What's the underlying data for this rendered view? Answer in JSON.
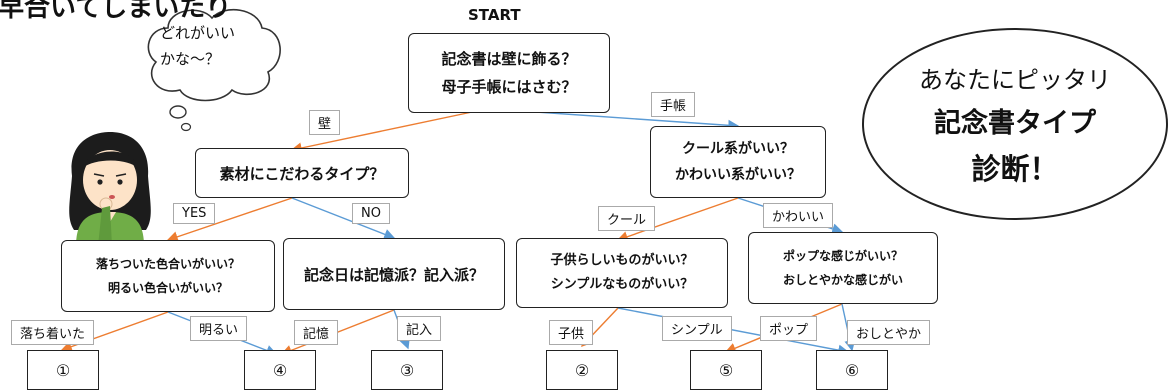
{
  "header_partial": "早合いてしまいたり",
  "start_label": "START",
  "title": {
    "line1": "あなたにピッタリ",
    "line2": "記念書タイプ",
    "line3": "診断！"
  },
  "thought": {
    "line1": "どれがいい",
    "line2": "かな～？"
  },
  "nodes": {
    "q1": {
      "line1": "記念書は壁に飾る？",
      "line2": "母子手帳にはさむ？"
    },
    "q2": {
      "line1": "素材にこだわるタイプ？"
    },
    "q3": {
      "line1": "クール系がいい？",
      "line2": "かわいい系がいい？"
    },
    "q4": {
      "line1": "落ちついた色合いがいい？",
      "line2": "明るい色合いがいい？"
    },
    "q5": {
      "line1": "記念日は記憶派？記入派？"
    },
    "q6": {
      "line1": "子供らしいものがいい？",
      "line2": "シンプルなものがいい？"
    },
    "q7": {
      "line1": "ポップな感じがいい？",
      "line2": "おしとやかな感じがい"
    }
  },
  "edges": {
    "kabe": "壁",
    "techo": "手帳",
    "yes": "YES",
    "no": "NO",
    "cool": "クール",
    "kawaii": "かわいい",
    "ochitsuita": "落ち着いた",
    "akarui": "明るい",
    "kioku": "記憶",
    "kinyu": "記入",
    "kodomo": "子供",
    "simple": "シンプル",
    "pop": "ポップ",
    "oshitoyaka": "おしとやか"
  },
  "results": {
    "r1": "①",
    "r2": "④",
    "r3": "③",
    "r4": "②",
    "r5": "⑤",
    "r6": "⑥"
  },
  "colors": {
    "left_branch": "#ed7d31",
    "right_branch": "#5b9bd5",
    "hair": "#1c1c1c",
    "shirt": "#70ad47",
    "skin": "#fde3c8"
  }
}
